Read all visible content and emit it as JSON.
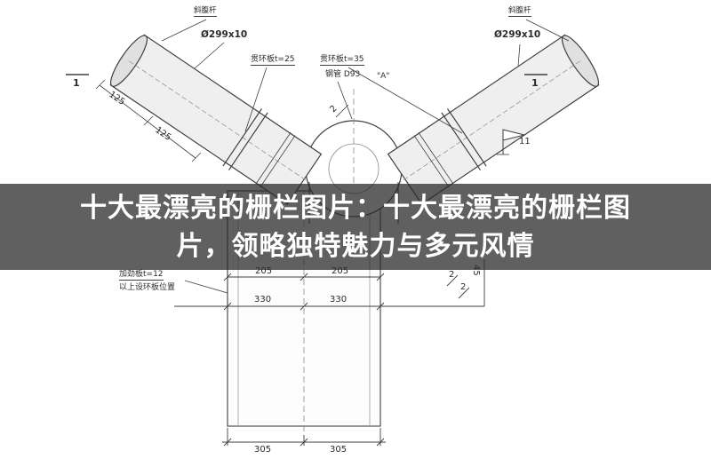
{
  "banner": {
    "line1": "十大最漂亮的栅栏图片：十大最漂亮的栅栏图",
    "line2": "片，领略独特魅力与多元风情",
    "bg_color": "rgba(40,40,40,0.74)",
    "text_color": "#ffffff"
  },
  "drawing": {
    "labels": {
      "member_left_tag": "斜腹杆",
      "member_right_tag": "斜腹杆",
      "pipe_left_spec": "Ø299x10",
      "pipe_right_spec": "Ø299x10",
      "ann_ring_left": "贯环板t=25",
      "ann_ring_right": "贯环板t=35",
      "ann_pipe": "钢管 D93",
      "ann_a_mark": "\"A\"",
      "section_left": "1",
      "section_right": "1",
      "dim_125_a": "125",
      "dim_125_b": "125",
      "dim_205_a": "205",
      "dim_205_b": "205",
      "dim_330_a": "330",
      "dim_330_b": "330",
      "dim_305_a": "305",
      "dim_305_b": "305",
      "ann_stiffener": "加劲板t=12",
      "ann_ring_note": "以上设环板位置",
      "weld_mark_center": "2",
      "mark_2a": "2",
      "mark_2b": "2",
      "dim_45": "45",
      "flag_mark": "11"
    },
    "line_color": "#3f3f3f"
  }
}
